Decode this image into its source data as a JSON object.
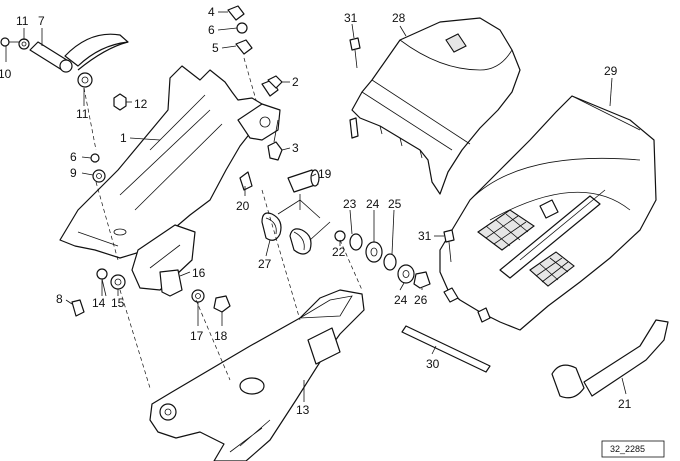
{
  "callouts": [
    {
      "id": "c11a",
      "text": "11"
    },
    {
      "id": "c7",
      "text": "7"
    },
    {
      "id": "c10",
      "text": "10"
    },
    {
      "id": "c11b",
      "text": "11"
    },
    {
      "id": "c12",
      "text": "12"
    },
    {
      "id": "c1",
      "text": "1"
    },
    {
      "id": "c6a",
      "text": "6"
    },
    {
      "id": "c9",
      "text": "9"
    },
    {
      "id": "c4",
      "text": "4"
    },
    {
      "id": "c6b",
      "text": "6"
    },
    {
      "id": "c5",
      "text": "5"
    },
    {
      "id": "c2",
      "text": "2"
    },
    {
      "id": "c3",
      "text": "3"
    },
    {
      "id": "c20",
      "text": "20"
    },
    {
      "id": "c19",
      "text": "19"
    },
    {
      "id": "c27",
      "text": "27"
    },
    {
      "id": "c23",
      "text": "23"
    },
    {
      "id": "c24a",
      "text": "24"
    },
    {
      "id": "c25",
      "text": "25"
    },
    {
      "id": "c22",
      "text": "22"
    },
    {
      "id": "c24b",
      "text": "24"
    },
    {
      "id": "c26",
      "text": "26"
    },
    {
      "id": "c31a",
      "text": "31"
    },
    {
      "id": "c28",
      "text": "28"
    },
    {
      "id": "c29",
      "text": "29"
    },
    {
      "id": "c31b",
      "text": "31"
    },
    {
      "id": "c16",
      "text": "16"
    },
    {
      "id": "c8",
      "text": "8"
    },
    {
      "id": "c14",
      "text": "14"
    },
    {
      "id": "c15",
      "text": "15"
    },
    {
      "id": "c17",
      "text": "17"
    },
    {
      "id": "c18",
      "text": "18"
    },
    {
      "id": "c13",
      "text": "13"
    },
    {
      "id": "c30",
      "text": "30"
    },
    {
      "id": "c21",
      "text": "21"
    }
  ],
  "reference_code": "32_2285",
  "colors": {
    "line": "#111111",
    "background": "#ffffff",
    "shade": "#e6e6e6"
  }
}
